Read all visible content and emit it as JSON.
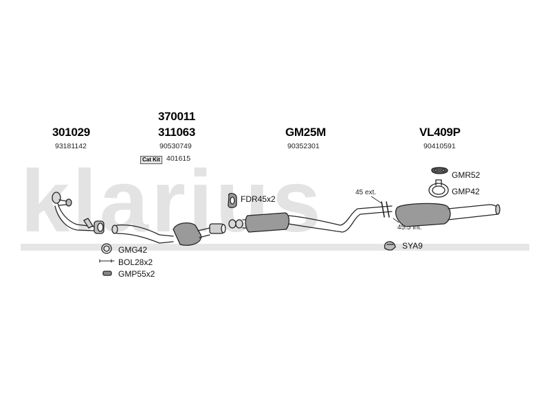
{
  "watermark": {
    "text": "klarius"
  },
  "sections": [
    {
      "part": "301029",
      "oem": "93181142"
    },
    {
      "part_top": "370011",
      "part": "311063",
      "oem": "90530749",
      "kit_label": "Cat Kit",
      "kit_number": "401615"
    },
    {
      "part": "GM25M",
      "oem": "90352301"
    },
    {
      "part": "VL409P",
      "oem": "90410591"
    }
  ],
  "fittings": {
    "gmg": "GMG42",
    "bol": "BOL28x2",
    "gmp55": "GMP55x2",
    "fdr": "FDR45x2",
    "gmr": "GMR52",
    "gmp42": "GMP42",
    "sya": "SYA9"
  },
  "joints": {
    "ext": "45 ext.",
    "int": "45.5 int."
  },
  "colors": {
    "line": "#222222",
    "fill_light": "#d8d8d8",
    "fill_dark": "#9a9a9a",
    "watermark": "#e3e3e3"
  }
}
